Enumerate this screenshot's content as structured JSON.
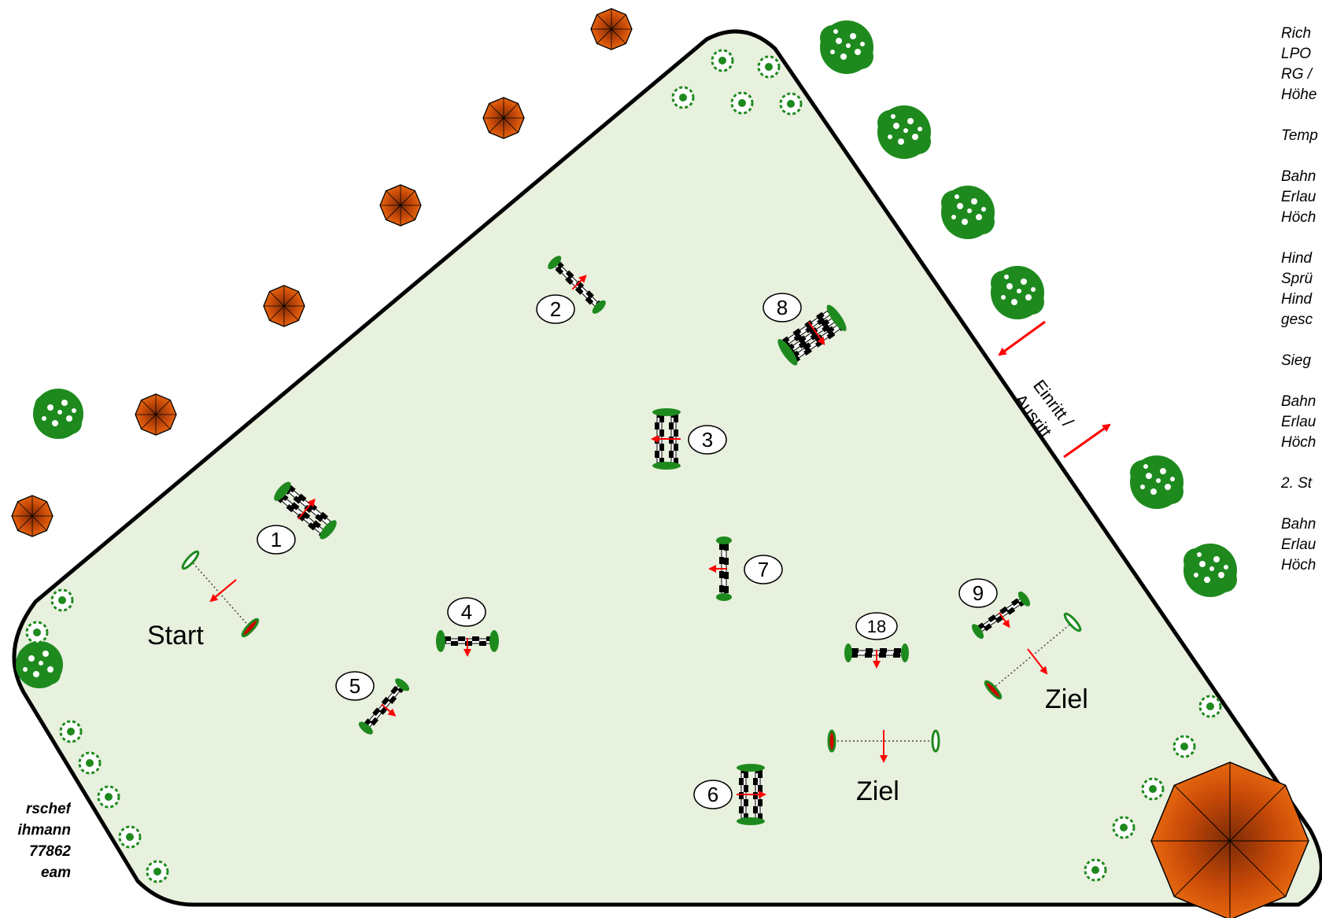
{
  "labels": {
    "start": "Start",
    "finish_a": "Ziel",
    "finish_b": "Ziel",
    "gate_line1": "Einritt /",
    "gate_line2": "Ausritt"
  },
  "obstacles": [
    {
      "num": "1"
    },
    {
      "num": "2"
    },
    {
      "num": "3"
    },
    {
      "num": "4"
    },
    {
      "num": "5"
    },
    {
      "num": "6"
    },
    {
      "num": "7"
    },
    {
      "num": "8"
    },
    {
      "num": "9"
    },
    {
      "num": "18"
    }
  ],
  "notes_panel": [
    "Rich",
    "LPO",
    "RG /",
    "Höhe",
    "",
    "Temp",
    "",
    "Bahn",
    "Erlau",
    "Höch",
    "",
    "Hind",
    "Sprü",
    "Hind",
    "gesc",
    "",
    "Sieg",
    "",
    "Bahn",
    "Erlau",
    "Höch",
    "",
    "2. St",
    "",
    "Bahn",
    "Erlau",
    "Höch"
  ],
  "credits": [
    "rschef",
    "ihmann",
    "77862",
    "eam"
  ],
  "colors": {
    "arena_fill": "#e8f0de",
    "arena_border": "#000000",
    "tree": "#1e8a1e",
    "umbrella": "#e8640c",
    "arrow": "#ff0000",
    "pole_dark": "#000000",
    "pole_light": "#ffffff"
  }
}
